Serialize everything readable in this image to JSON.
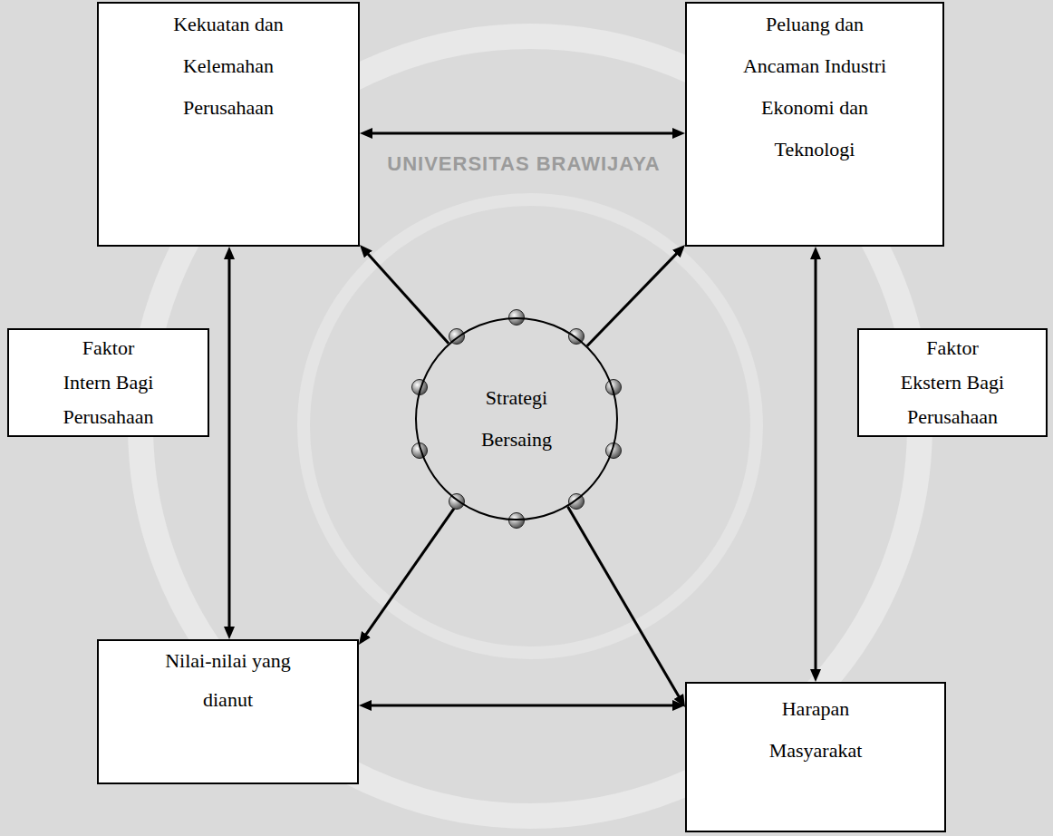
{
  "diagram": {
    "nodes": [
      {
        "text": [
          "Kekuatan dan Kelemahan Perusahaan"
        ]
      },
      {
        "text": [
          "Peluang dan Ancaman Industri Ekonomi dan Teknologi"
        ]
      },
      {
        "text": [
          "Faktor Intern Bagi Perusahaan"
        ]
      },
      {
        "text": [
          "Strategi Bersaing"
        ]
      },
      {
        "text": [
          "Faktor Ekstern Bagi Perusahaan"
        ]
      },
      {
        "text": [
          "Nilai-nilai yang dianut"
        ]
      },
      {
        "text": [
          "Harapan Masyarakat"
        ]
      }
    ],
    "edges": [
      {
        "from": 0,
        "to": 1,
        "arrow": "both"
      },
      {
        "from": 0,
        "to": 5,
        "arrow": "both"
      },
      {
        "from": 1,
        "to": 6,
        "arrow": "both"
      },
      {
        "from": 5,
        "to": 6,
        "arrow": "both"
      },
      {
        "from": 3,
        "to": 0,
        "arrow": "to"
      },
      {
        "from": 3,
        "to": 1,
        "arrow": "to"
      },
      {
        "from": 3,
        "to": 5,
        "arrow": "to"
      },
      {
        "from": 3,
        "to": 6,
        "arrow": "to"
      }
    ],
    "labels": [
      "UNIVERSITAS BRAWIJAYA"
    ]
  }
}
